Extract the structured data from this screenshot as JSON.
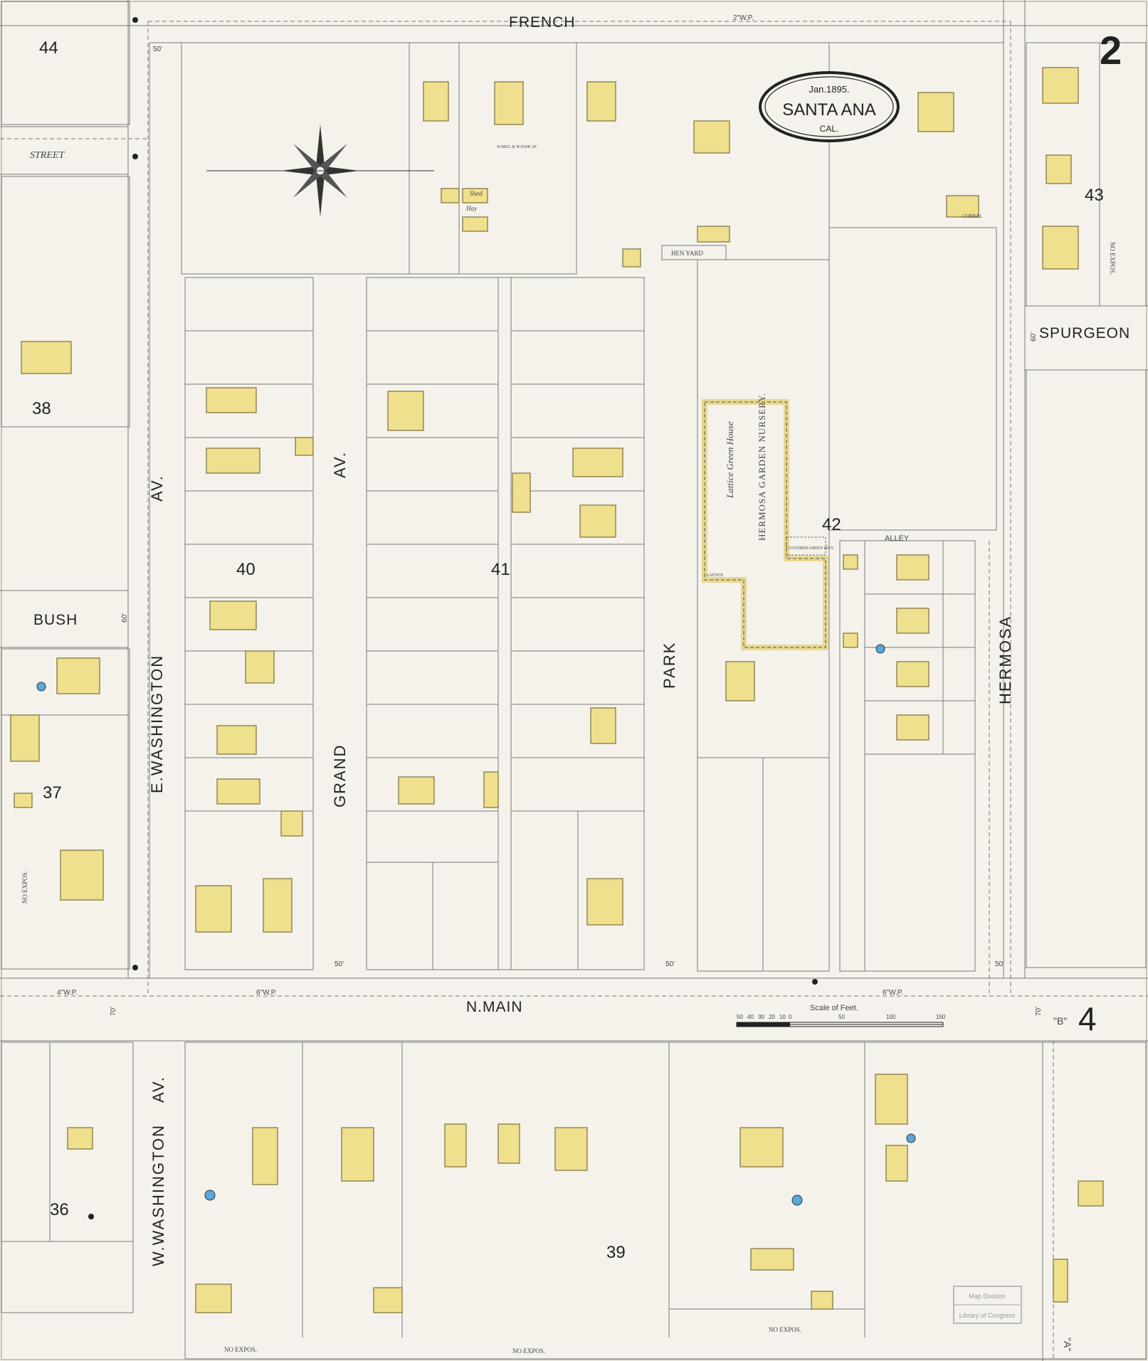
{
  "title": {
    "date": "Jan.1895.",
    "city": "SANTA ANA",
    "state": "CAL."
  },
  "sheet_number": "2",
  "streets": {
    "french": "FRENCH",
    "street": "STREET",
    "spurgeon": "SPURGEON",
    "bush": "BUSH",
    "e_washington": "E.WASHINGTON",
    "e_washington_av": "AV.",
    "grand": "GRAND",
    "grand_av": "AV.",
    "park": "PARK",
    "hermosa": "HERMOSA",
    "n_main": "N.MAIN",
    "w_washington": "W.WASHINGTON",
    "w_washington_av": "AV.",
    "alley": "ALLEY",
    "b": "\"B\"",
    "a": "\"A\""
  },
  "blocks": [
    "44",
    "43",
    "38",
    "40",
    "41",
    "42",
    "37",
    "36",
    "39"
  ],
  "adjacent_sheet": "4",
  "nursery": {
    "line1": "Lattice Green House",
    "line2": "HERMOSA GARDEN NURSERY.",
    "covered": "COVERED GREEN HO'S."
  },
  "labels": {
    "hen_yard": "HEN YARD",
    "corral": "CORRAL",
    "shed": "Shed",
    "hay": "Hay",
    "no_expos": "NO EXPOS.",
    "w_mill": "W.MILL & W.TANK 20'",
    "lattice": "LATTICE"
  },
  "scale": {
    "label": "Scale of Feet.",
    "ticks": [
      "50",
      "40",
      "30",
      "20",
      "10",
      "0",
      "50",
      "100",
      "150"
    ]
  },
  "stamp": {
    "line1": "Map Division",
    "line2": "Library of Congress"
  },
  "street_widths": {
    "french_wp": "2\"W.P.",
    "main_wp": "6\"W.P.",
    "main_wp2": "4\"W.P.",
    "width_70": "70'",
    "width_60": "60'",
    "width_50": "50'"
  }
}
